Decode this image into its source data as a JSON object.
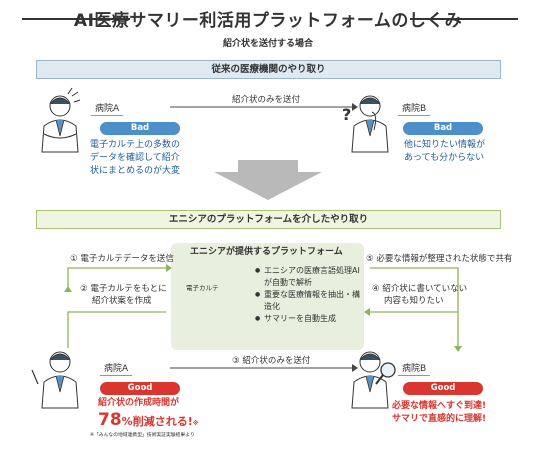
{
  "header": {
    "title": "AI医療サマリー利活用プラットフォームのしくみ",
    "subtitle": "紹介状を送付する場合"
  },
  "section_old": {
    "band_label": "従来の医療機関のやり取り",
    "arrow_label": "紹介状のみを送付",
    "hospital_a": {
      "label": "病院A",
      "badge": "Bad",
      "desc": [
        "電子カルテ上の多数の",
        "データを確認して紹介",
        "状にまとめるのが大変"
      ]
    },
    "hospital_b": {
      "label": "病院B",
      "badge": "Bad",
      "desc": [
        "他に知りたい情報が",
        "あっても分からない"
      ]
    }
  },
  "section_new": {
    "band_label": "エニシアのプラットフォームを介したやり取り",
    "step1": "① 電子カルテデータを送信",
    "step2_line1": "② 電子カルテをもとに",
    "step2_line2": "紹介状案を作成",
    "step3": "③ 紹介状のみを送付",
    "step4_line1": "④ 紹介状に書いていない",
    "step4_line2": "内容も知りたい",
    "step5": "⑤ 必要な情報が整理された状態で共有",
    "platform": {
      "title": "エニシアが提供するプラットフォーム",
      "doc_label": "電子カルテ",
      "bullets": [
        "エニシアの医療言語処理AIが自動で解析",
        "重要な医療情報を抽出・構造化",
        "サマリーを自動生成"
      ]
    },
    "hospital_a": {
      "label": "病院A",
      "badge": "Good",
      "desc_line1": "紹介状の作成時間が",
      "desc_big": "78",
      "desc_unit": "%削減される!",
      "desc_mark": "※",
      "footnote": "※「みんなの地域連携型」技術実証実験結果より"
    },
    "hospital_b": {
      "label": "病院B",
      "badge": "Good",
      "desc": [
        "必要な情報へすぐ到達!",
        "サマリで直感的に理解!"
      ]
    }
  },
  "colors": {
    "blue": "#4d8fc9",
    "red": "#d9362f",
    "green": "#8fb35a",
    "band_blue": "#dfe9f1",
    "band_green": "#eef5e0"
  },
  "icons": [
    "doctor-icon",
    "question-icon",
    "arrow-down-icon",
    "document-stack-icon",
    "platform-logo-icon",
    "magnifier-icon"
  ]
}
